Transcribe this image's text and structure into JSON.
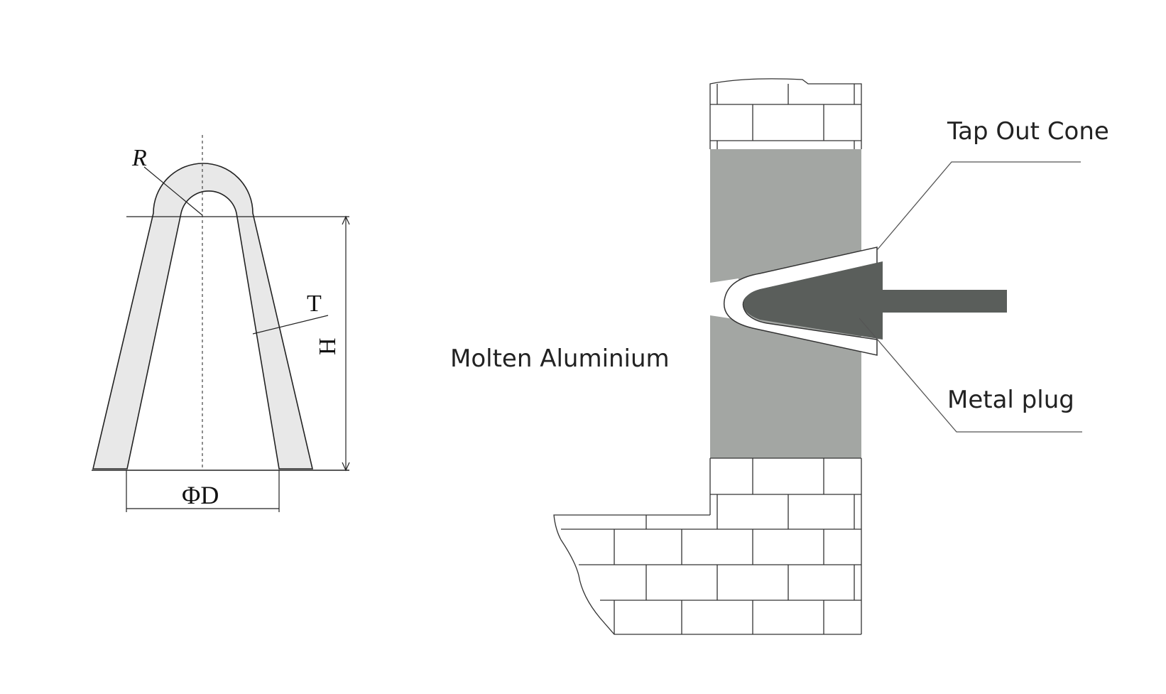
{
  "cone_dimension_diagram": {
    "radius_label": "R",
    "thickness_label": "T",
    "height_label": "H",
    "diameter_label": "ΦD"
  },
  "tap_out_diagram": {
    "molten_label": "Molten Aluminium",
    "cone_label": "Tap Out Cone",
    "plug_label": "Metal plug"
  },
  "colors": {
    "cone_fill": "#e8e8e8",
    "molten": "#a3a6a3",
    "plug": "#5a5e5b",
    "brick_line": "#333333"
  }
}
